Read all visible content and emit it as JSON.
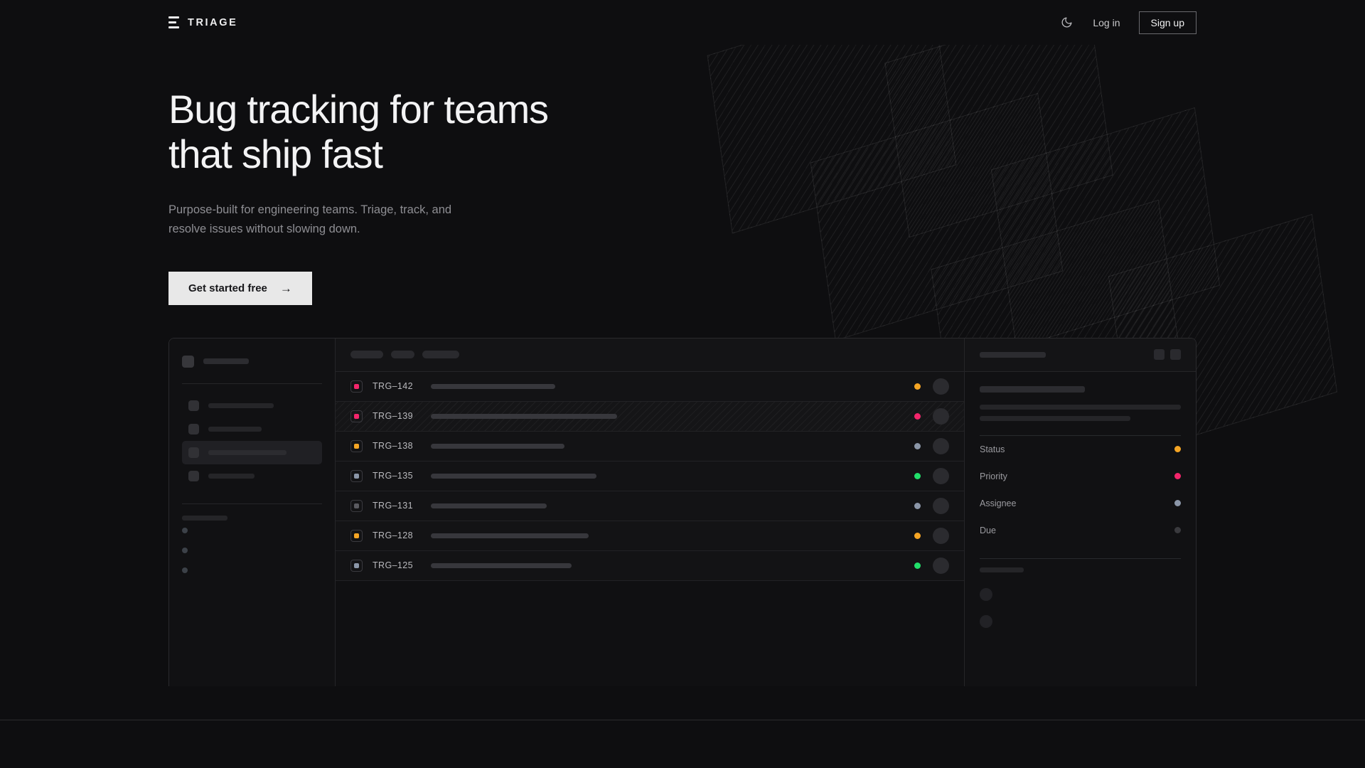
{
  "theme": {
    "bg": "#0e0e10",
    "panel_bg": "#121214",
    "border": "#2a2a2d",
    "text_primary": "#f3f3f4",
    "text_muted": "#8e8e93",
    "accent_amber": "#f5a524",
    "accent_pink": "#f3256b",
    "accent_green": "#21e06a",
    "accent_slate": "#8b96a8",
    "accent_dim": "#3a3a3e",
    "cta_bg": "#e8e8e8"
  },
  "header": {
    "brand_name": "TRIAGE",
    "brand_icon": "stacked-bars-icon",
    "theme_toggle_icon": "moon-icon",
    "login_label": "Log in",
    "signup_label": "Sign up"
  },
  "hero": {
    "title_line1": "Bug tracking for teams",
    "title_line2": "that ship fast",
    "subtitle_line1": "Purpose-built for engineering teams. Triage, track, and",
    "subtitle_line2": "resolve issues without slowing down.",
    "cta_label": "Get started free",
    "cta_arrow": "→"
  },
  "mockup": {
    "sidebar": {
      "logo_skeleton_width": 64,
      "nav_items": [
        {
          "skeleton_width": 92,
          "active": false
        },
        {
          "skeleton_width": 75,
          "active": false
        },
        {
          "skeleton_width": 110,
          "active": true
        },
        {
          "skeleton_width": 65,
          "active": false
        }
      ],
      "section_label_width": 64,
      "mini_items": 3
    },
    "list": {
      "toolbar_pills": [
        46,
        33,
        52
      ],
      "rows": [
        {
          "id": "TRG–142",
          "badge_color": "#f3256b",
          "skeleton_width": 175,
          "status_color": "#f5a524",
          "highlighted": false
        },
        {
          "id": "TRG–139",
          "badge_color": "#f3256b",
          "skeleton_width": 262,
          "status_color": "#f3256b",
          "highlighted": true
        },
        {
          "id": "TRG–138",
          "badge_color": "#f5a524",
          "skeleton_width": 188,
          "status_color": "#8b96a8",
          "highlighted": false
        },
        {
          "id": "TRG–135",
          "badge_color": "#8b96a8",
          "skeleton_width": 233,
          "status_color": "#21e06a",
          "highlighted": false
        },
        {
          "id": "TRG–131",
          "badge_color": "#5a5a60",
          "skeleton_width": 163,
          "status_color": "#8b96a8",
          "highlighted": false
        },
        {
          "id": "TRG–128",
          "badge_color": "#f5a524",
          "skeleton_width": 222,
          "status_color": "#f5a524",
          "highlighted": false
        },
        {
          "id": "TRG–125",
          "badge_color": "#8b96a8",
          "skeleton_width": 198,
          "status_color": "#21e06a",
          "highlighted": false
        }
      ]
    },
    "detail": {
      "header_skeleton_width": 93,
      "action_buttons": 2,
      "title_skeleton_width": 148,
      "text_skeleton_widths": [
        283,
        212
      ],
      "meta": [
        {
          "label": "Status",
          "dot_color": "#f5a524"
        },
        {
          "label": "Priority",
          "dot_color": "#f3256b"
        },
        {
          "label": "Assignee",
          "dot_color": "#8b96a8"
        },
        {
          "label": "Due",
          "dot_color": "#3a3a3e"
        }
      ],
      "activity_label_width": 62,
      "activity_avatars": 2
    }
  }
}
